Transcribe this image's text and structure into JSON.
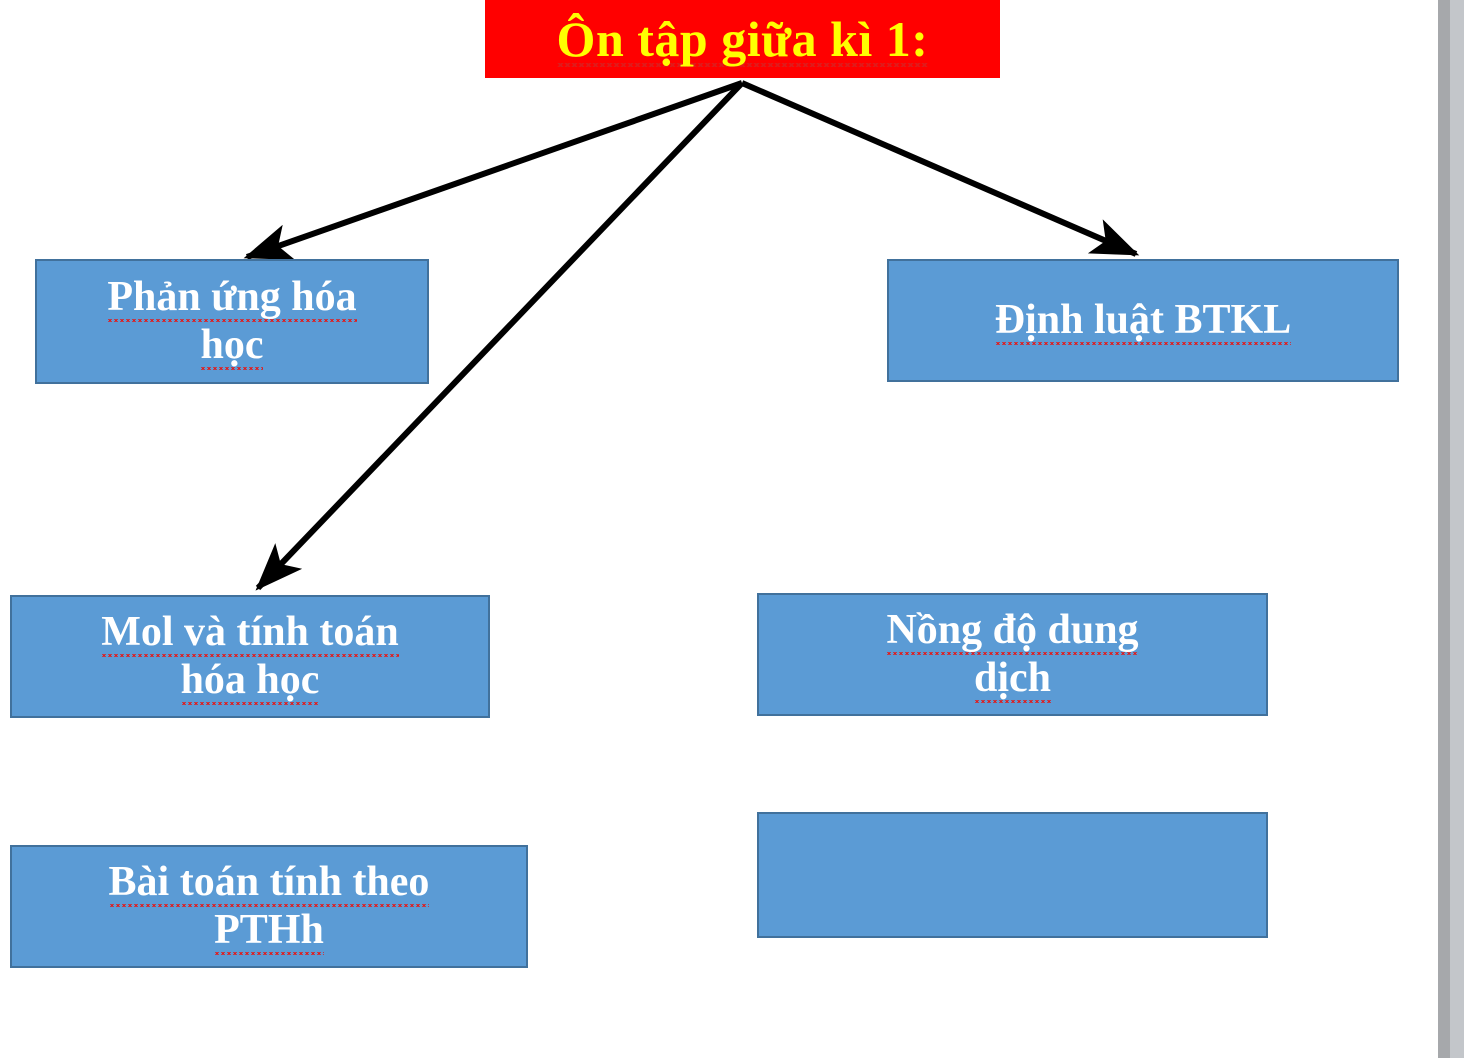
{
  "slide": {
    "title": {
      "text": "Ôn tập giữa kì 1:",
      "background_color": "#FF0000",
      "text_color": "#FFFF00"
    },
    "node_fill_color": "#5B9BD5",
    "node_border_color": "#41719C",
    "node_text_color": "#FFFFFF",
    "arrow_color": "#000000",
    "canvas_background": "#FFFFFF",
    "nodes": [
      {
        "id": "phan-ung-hoa-hoc",
        "line1": "Phản ứng hóa",
        "line2": "học",
        "full_text": "Phản ứng hóa học"
      },
      {
        "id": "dinh-luat-btkl",
        "line1": "Định luật BTKL",
        "line2": "",
        "full_text": "Định luật BTKL"
      },
      {
        "id": "mol-va-tinh-toan-hoa-hoc",
        "line1": "Mol và tính toán",
        "line2": "hóa học",
        "full_text": "Mol và tính toán hóa học"
      },
      {
        "id": "nong-do-dung-dich",
        "line1": "Nồng độ dung",
        "line2": "dịch",
        "full_text": "Nồng độ dung dịch"
      },
      {
        "id": "bai-toan-tinh-theo-pthh",
        "line1": "Bài toán tính theo",
        "line2": "PTHh",
        "full_text": "Bài toán tính theo PTHh"
      },
      {
        "id": "empty-node",
        "line1": "",
        "line2": "",
        "full_text": ""
      }
    ]
  },
  "scrollbar": {
    "track_color": "#C3C6CA",
    "thumb_color": "#A6A8AB"
  }
}
